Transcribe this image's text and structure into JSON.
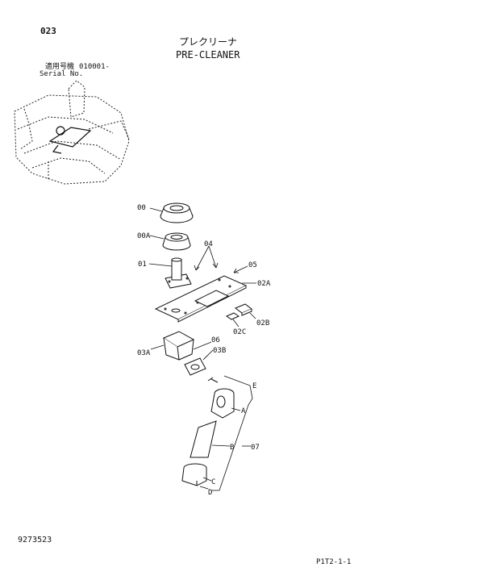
{
  "header": {
    "page_no": "023",
    "title_jp": "プレクリーナ",
    "title_en": "PRE-CLEANER",
    "serial_label_jp": "適用号機",
    "serial_value": "010001-",
    "serial_label_en": "Serial No."
  },
  "callouts": {
    "p00": "00",
    "p00a": "00A",
    "p01": "01",
    "p04": "04",
    "p05": "05",
    "p02a": "02A",
    "p02b": "02B",
    "p02c": "02C",
    "p06": "06",
    "p03a": "03A",
    "p03b": "03B",
    "pe": "E",
    "pa": "A",
    "pb": "B",
    "p07": "07",
    "pc": "C",
    "pd": "D"
  },
  "footer": {
    "doc_no": "9273523",
    "ref_code": "P1T2-1-1"
  }
}
